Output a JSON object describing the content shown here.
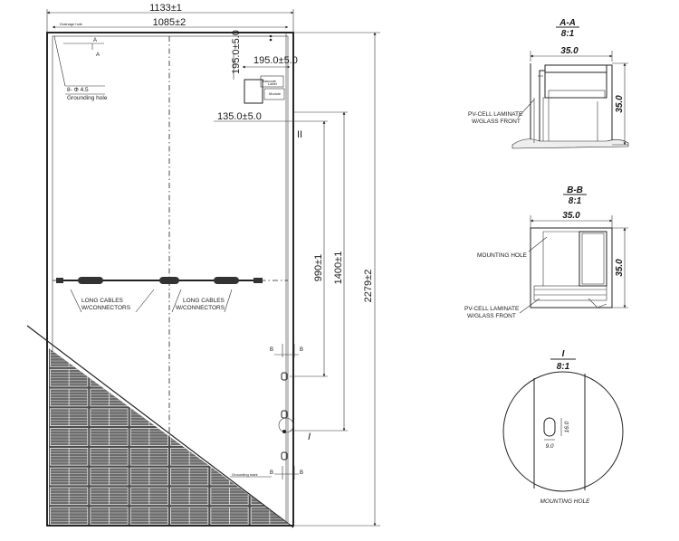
{
  "main_view": {
    "dim_overall_width": "1133±1",
    "dim_inner_width": "1085±2",
    "dim_drain": "195.0±5.0",
    "dim_label_offset": "195.0±5.0",
    "dim_label_x": "135.0±5.0",
    "dim_mount_spacing": "990±1",
    "dim_ground_spacing": "1400±1",
    "dim_overall_length": "2279±2",
    "grounding_hole_count": "8- Φ 4.5",
    "grounding_hole_label": "Grounding hole",
    "drain_hole_label": "Drainage hole",
    "label_small_1": "Barcode",
    "label_small_2": "Label",
    "label_small_3": "Module",
    "cable_label_left_1": "LONG CABLES",
    "cable_label_left_2": "W/CONNECTORS",
    "cable_label_right_1": "LONG CABLES",
    "cable_label_right_2": "W/CONNECTORS",
    "grounding_mark_label": "Grounding mark",
    "section_mark_a": "A",
    "section_mark_a2": "A",
    "section_mark_b_top_left": "B",
    "section_mark_b_top_right": "B",
    "section_mark_b_bottom_left": "B",
    "section_mark_b_bottom_right": "B",
    "detail_mark_ii": "II",
    "detail_mark_i": "I"
  },
  "section_aa": {
    "title": "A-A",
    "scale": "8:1",
    "dim_width": "35.0",
    "dim_height": "35.0",
    "laminate_label_1": "PV-CELL LAMINATE",
    "laminate_label_2": "W/GLASS FRONT"
  },
  "section_bb": {
    "title": "B-B",
    "scale": "8:1",
    "dim_width": "35.0",
    "dim_height": "35.0",
    "mounting_hole_label": "MOUNTING HOLE",
    "laminate_label_1": "PV-CELL LAMINATE",
    "laminate_label_2": "W/GLASS FRONT"
  },
  "detail_i": {
    "title": "I",
    "scale": "8:1",
    "dim_hole_height": "16.0",
    "dim_hole_width": "9.0",
    "caption": "MOUNTING HOLE"
  }
}
